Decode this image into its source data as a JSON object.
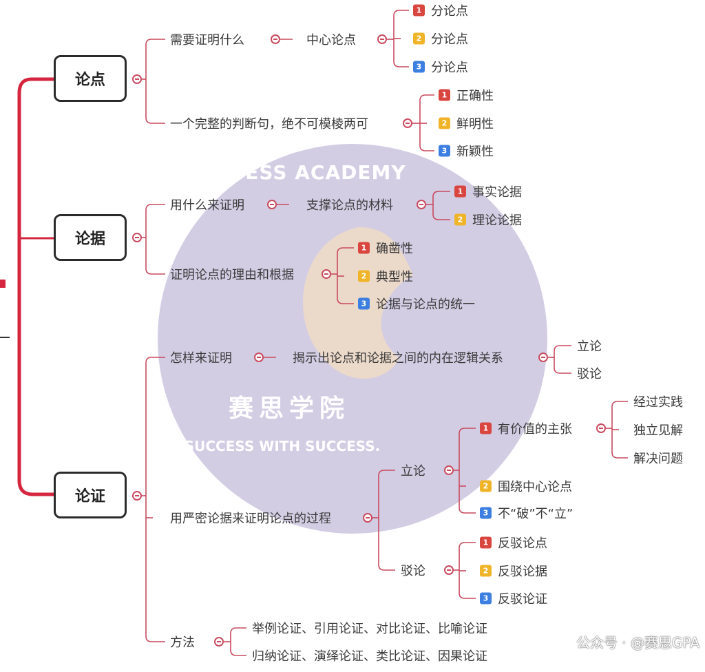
{
  "roots": [
    {
      "label": "论点"
    },
    {
      "label": "论据"
    },
    {
      "label": "论证"
    }
  ],
  "lundian": {
    "q1": "需要证明什么",
    "center": "中心论点",
    "subs": [
      {
        "badge": "1",
        "label": "分论点"
      },
      {
        "badge": "2",
        "label": "分论点"
      },
      {
        "badge": "3",
        "label": "分论点"
      }
    ],
    "q2": "一个完整的判断句，绝不可模棱两可",
    "traits": [
      {
        "badge": "1",
        "label": "正确性"
      },
      {
        "badge": "2",
        "label": "鲜明性"
      },
      {
        "badge": "3",
        "label": "新颖性"
      }
    ]
  },
  "lunju": {
    "q1": "用什么来证明",
    "material": "支撑论点的材料",
    "types": [
      {
        "badge": "1",
        "label": "事实论据"
      },
      {
        "badge": "2",
        "label": "理论论据"
      }
    ],
    "q2": "证明论点的理由和根据",
    "traits": [
      {
        "badge": "1",
        "label": "确凿性"
      },
      {
        "badge": "2",
        "label": "典型性"
      },
      {
        "badge": "3",
        "label": "论据与论点的统一"
      }
    ]
  },
  "lunzheng": {
    "q1": "怎样来证明",
    "logic": "揭示出论点和论据之间的内在逻辑关系",
    "logic_kids": [
      "立论",
      "驳论"
    ],
    "q2": "用严密论据来证明论点的过程",
    "lilun": "立论",
    "lilun_kids": [
      {
        "badge": "1",
        "label": "有价值的主张"
      },
      {
        "badge": "2",
        "label": "围绕中心论点"
      },
      {
        "badge": "3",
        "label": "不“破”不“立”"
      }
    ],
    "value_kids": [
      "经过实践",
      "独立见解",
      "解决问题"
    ],
    "bolun": "驳论",
    "bolun_kids": [
      {
        "badge": "1",
        "label": "反驳论点"
      },
      {
        "badge": "2",
        "label": "反驳论据"
      },
      {
        "badge": "3",
        "label": "反驳论证"
      }
    ],
    "q3": "方法",
    "methods": [
      "举例论证、引用论证、对比论证、比喻论证",
      "归纳论证、演绎论证、类比论证、因果论证"
    ]
  },
  "watermark": {
    "arc_top": "SUSSESS ACADEMY",
    "cn": "赛思学院",
    "arc_bottom": "SUCCESS WITH SUCCESS.",
    "credit": "公众号 · @赛思GPA"
  },
  "colors": {
    "line": "#c94a5e",
    "trunk": "#d6263f",
    "badge_1": "#d9453f",
    "badge_2": "#f0b429",
    "badge_3": "#3d7fe0",
    "watermark": "#b8aed3"
  }
}
